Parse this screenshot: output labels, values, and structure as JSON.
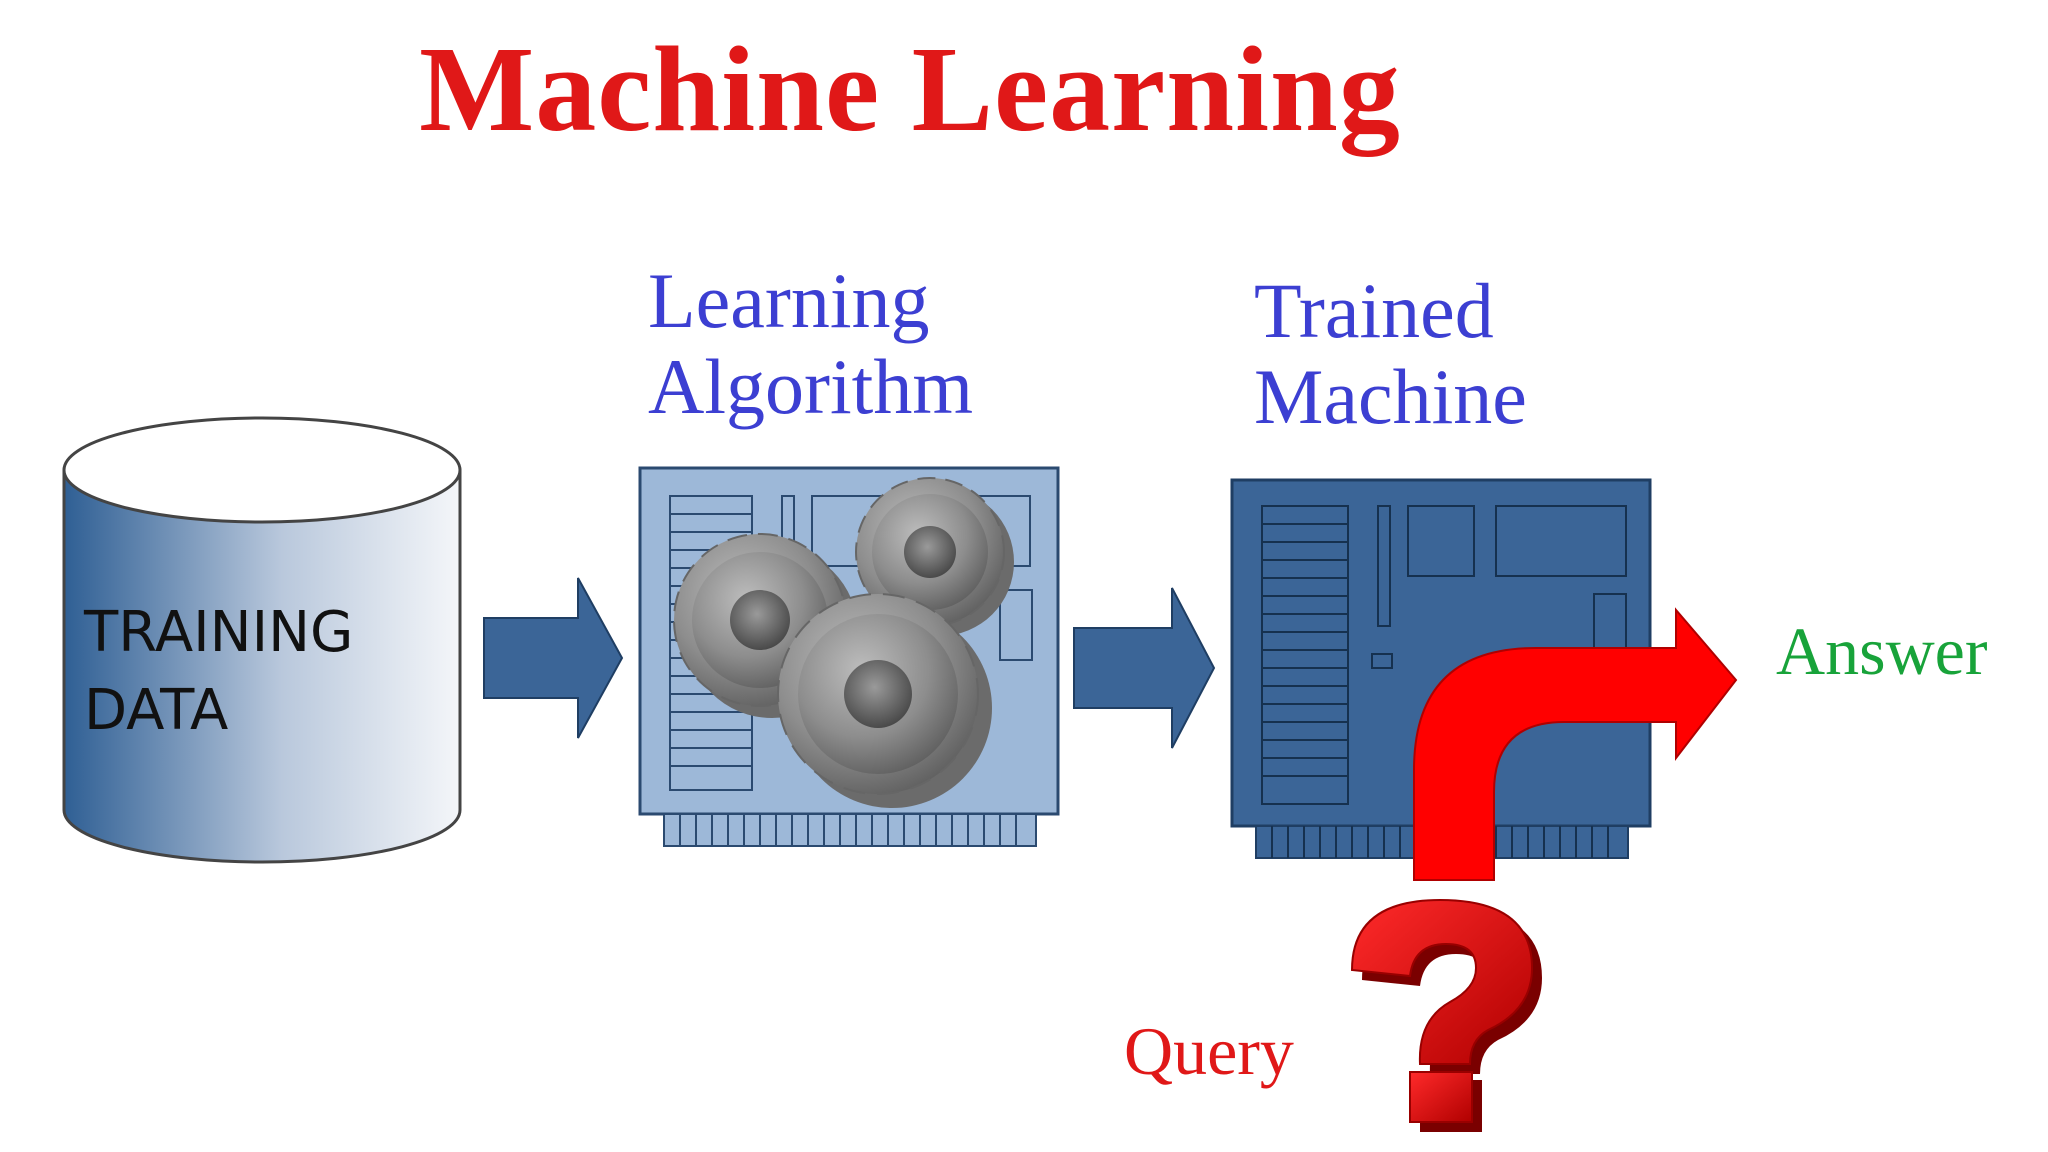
{
  "title": "Machine Learning",
  "training_data": {
    "line1": "TRAINING",
    "line2": "DATA"
  },
  "learning_algorithm": {
    "line1": "Learning",
    "line2": "Algorithm"
  },
  "trained_machine": {
    "line1": "Trained",
    "line2": "Machine"
  },
  "answer": "Answer",
  "query": "Query",
  "colors": {
    "title": "#e01818",
    "labels": "#3c3fd2",
    "answer": "#18a33a",
    "query": "#e01818",
    "arrows": "#3b6597",
    "board_light": "#9db8d8",
    "board_dark": "#3b6597",
    "gear": "#8a8a8a",
    "red_arrow": "#ff0000"
  },
  "icons": [
    "database-cylinder-icon",
    "gears-icon",
    "circuit-board-icon",
    "curved-arrow-icon",
    "question-mark-icon"
  ]
}
